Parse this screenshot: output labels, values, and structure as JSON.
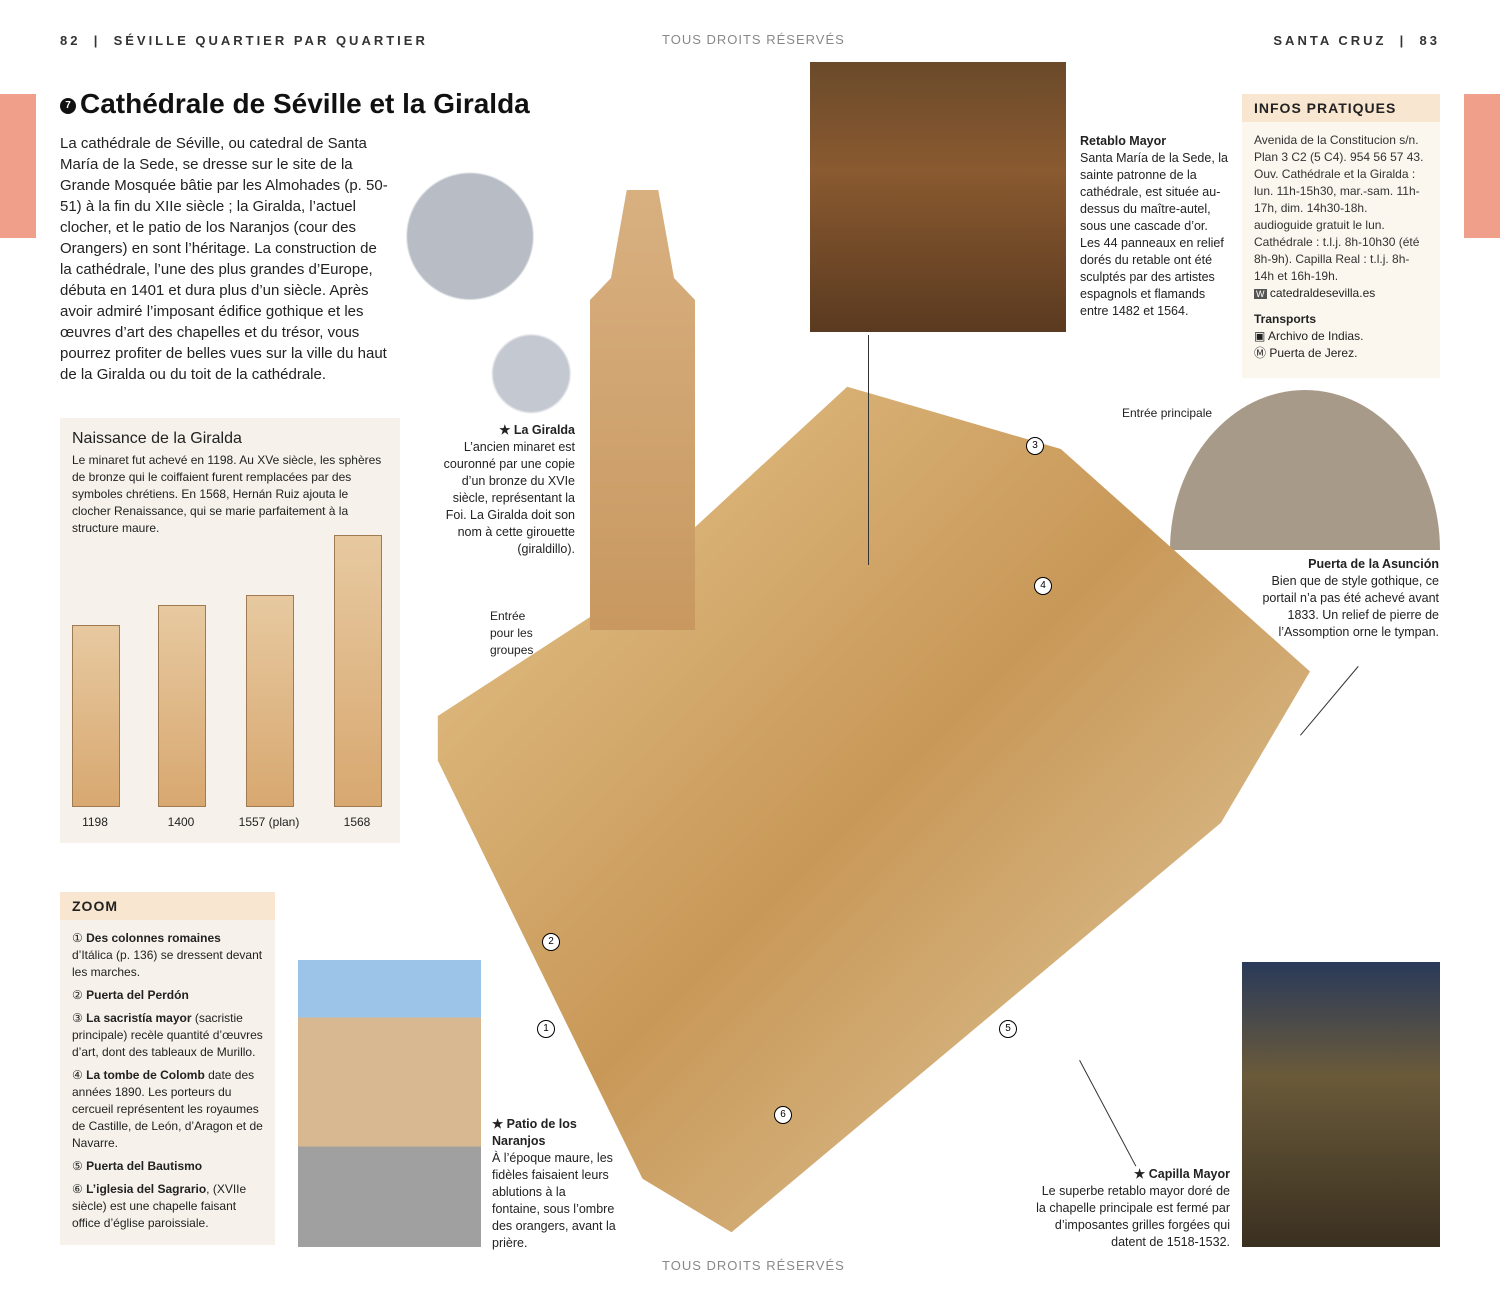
{
  "header": {
    "left_page": "82",
    "left_title": "SÉVILLE QUARTIER PAR QUARTIER",
    "watermark": "TOUS DROITS RÉSERVÉS",
    "right_title": "SANTA CRUZ",
    "right_page": "83"
  },
  "title": {
    "number": "7",
    "text": "Cathédrale de Séville et la Giralda"
  },
  "intro": "La cathédrale de Séville, ou catedral de Santa María de la Sede, se dresse sur le site de la Grande Mosquée bâtie par les Almohades (p. 50-51) à la fin du XIIe siècle ; la Giralda, l’actuel clocher, et le patio de los Naranjos (cour des Orangers) en sont l’héritage. La construction de la cathédrale, l’une des plus grandes d’Europe, débuta en 1401 et dura plus d’un siècle. Après avoir admiré l’imposant édifice gothique et les œuvres d’art des chapelles et du trésor, vous pourrez profiter de belles vues sur la ville du haut de la Giralda ou du toit de la cathédrale.",
  "giralda_box": {
    "title": "Naissance de la Giralda",
    "text": "Le minaret fut achevé en 1198. Au XVe siècle, les sphères de bronze qui le coiffaient furent remplacées par des symboles chrétiens. En 1568, Hernán Ruiz ajouta le clocher Renaissance, qui se marie parfaitement à la structure maure.",
    "towers": [
      "1198",
      "1400",
      "1557 (plan)",
      "1568"
    ]
  },
  "zoom": {
    "title": "ZOOM",
    "items": [
      {
        "n": "①",
        "bold": "Des colonnes romaines",
        "text": " d’Itálica (p. 136) se dressent devant les marches."
      },
      {
        "n": "②",
        "bold": "Puerta del Perdón",
        "text": ""
      },
      {
        "n": "③",
        "bold": "La sacristía mayor",
        "text": " (sacristie principale) recèle quantité d’œuvres d’art, dont des tableaux de Murillo."
      },
      {
        "n": "④",
        "bold": "La tombe de Colomb",
        "text": " date des années 1890. Les porteurs du cercueil représentent les royaumes de Castille, de León, d’Aragon et de Navarre."
      },
      {
        "n": "⑤",
        "bold": "Puerta del Bautismo",
        "text": ""
      },
      {
        "n": "⑥",
        "bold": "L’iglesia del Sagrario",
        "text": ", (XVIIe siècle) est une chapelle faisant office d’église paroissiale."
      }
    ]
  },
  "infos": {
    "title": "INFOS PRATIQUES",
    "text": "Avenida de la Constitucion s/n. Plan 3 C2 (5 C4). 954 56 57 43. Ouv. Cathédrale et la Giralda : lun. 11h-15h30, mar.-sam. 11h-17h, dim. 14h30-18h. audioguide gratuit le lun. Cathédrale : t.l.j. 8h-10h30 (été 8h-9h). Capilla Real : t.l.j. 8h-14h et 16h-19h.",
    "website": "catedraldesevilla.es",
    "transports_title": "Transports",
    "bus": "Archivo de Indias.",
    "metro": "Puerta de Jerez."
  },
  "captions": {
    "giralda": {
      "title": "★ La Giralda",
      "text": "L’ancien minaret est couronné par une copie d’un bronze du XVIe siècle, représentant la Foi. La Giralda doit son nom à cette girouette (giraldillo)."
    },
    "retablo": {
      "title": "Retablo Mayor",
      "text": "Santa María de la Sede, la sainte patronne de la cathédrale, est située au-dessus du maître-autel, sous une cascade d’or. Les 44 panneaux en relief dorés du retable ont été sculptés par des artistes espagnols et flamands entre 1482 et 1564."
    },
    "entree_principale": "Entrée principale",
    "entree_groupes": "Entrée pour les groupes",
    "asuncion": {
      "title": "Puerta de la Asunción",
      "text": "Bien que de style gothique, ce portail n’a pas été achevé avant 1833. Un relief de pierre de l’Assomption orne le tympan."
    },
    "patio": {
      "title": "★ Patio de los Naranjos",
      "text": "À l’époque maure, les fidèles faisaient leurs ablutions à la fontaine, sous l’ombre des orangers, avant la prière."
    },
    "capilla": {
      "title": "★ Capilla Mayor",
      "text": "Le superbe retablo mayor doré de la chapelle principale est fermé par d’imposantes grilles forgées qui datent de 1518-1532."
    }
  },
  "diagram_markers": [
    "1",
    "2",
    "3",
    "4",
    "5",
    "6"
  ]
}
